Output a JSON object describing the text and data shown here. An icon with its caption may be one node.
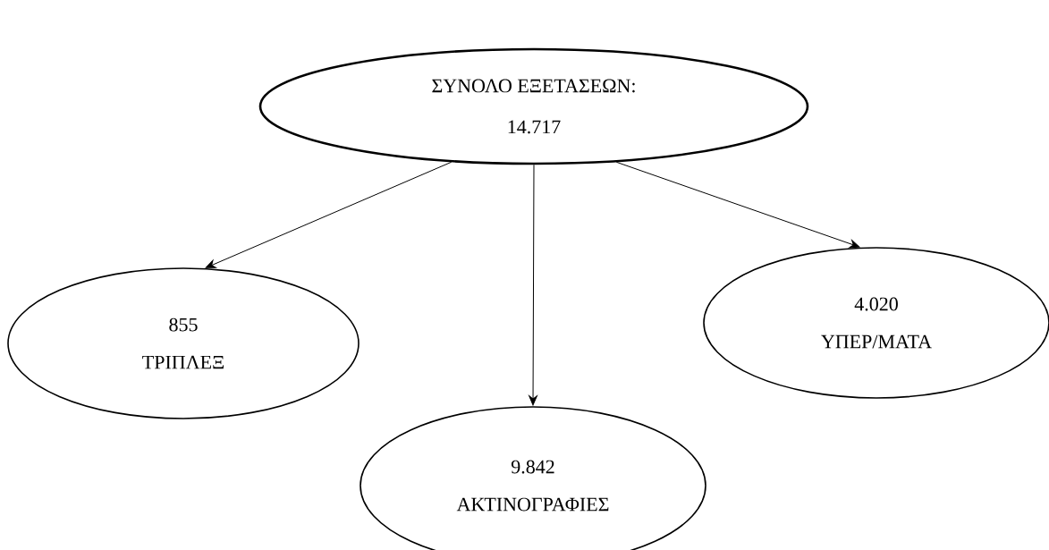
{
  "diagram": {
    "nodes": [
      {
        "text": [
          "ΣΥΝΟΛΟ ΕΞΕΤΑΣΕΩΝ:",
          "14.717"
        ]
      },
      {
        "text": [
          "855",
          "ΤΡΙΠΛΕΞ"
        ]
      },
      {
        "text": [
          "9.842",
          "ΑΚΤΙΝΟΓΡΑΦΙΕΣ"
        ]
      },
      {
        "text": [
          "4.020",
          "ΥΠΕΡ/ΜΑΤΑ"
        ]
      }
    ],
    "edges": [
      {
        "from": 0,
        "to": 1,
        "arrow": "to"
      },
      {
        "from": 0,
        "to": 2,
        "arrow": "to"
      },
      {
        "from": 0,
        "to": 3,
        "arrow": "to"
      }
    ]
  }
}
